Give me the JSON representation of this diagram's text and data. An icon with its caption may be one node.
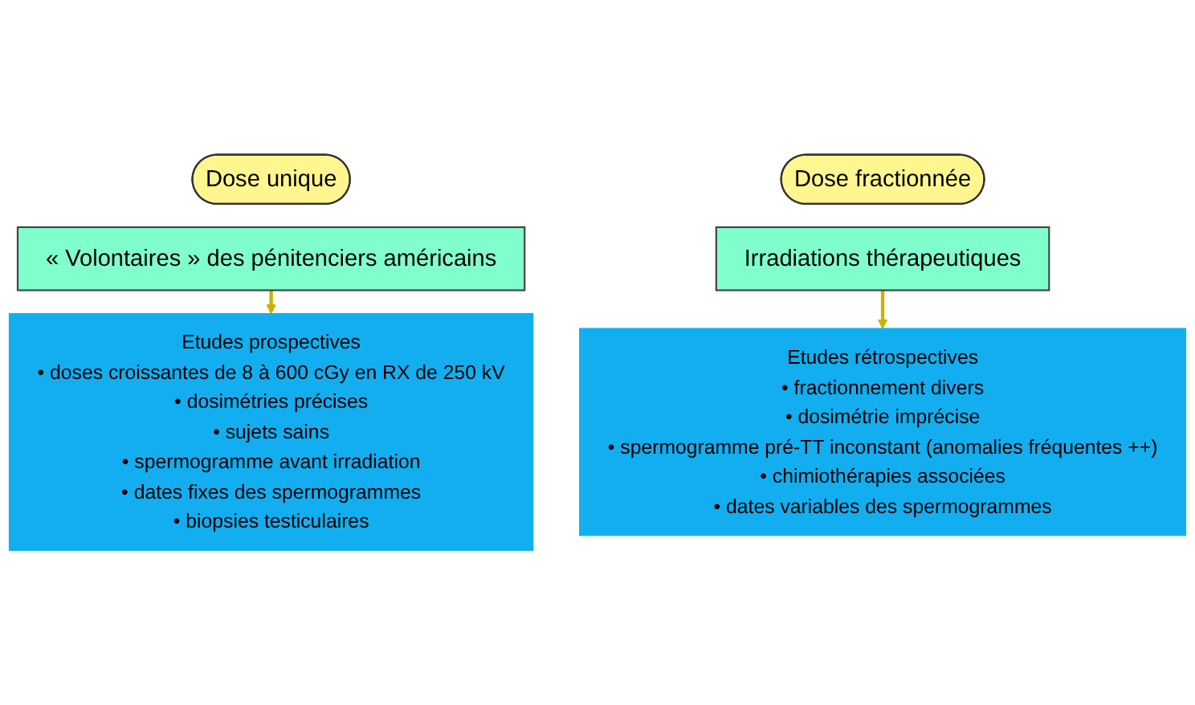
{
  "diagram": {
    "nodes": [
      {
        "text": [
          "Dose unique"
        ]
      },
      {
        "text": [
          "Dose fractionnée"
        ]
      },
      {
        "text": [
          "« Volontaires » des pénitenciers américains"
        ]
      },
      {
        "text": [
          "Irradiations thérapeutiques"
        ]
      },
      {
        "text": [
          "Etudes prospectives",
          "• doses croissantes de 8 à 600 cGy en RX de 250 kV",
          "• dosimétries précises",
          "• sujets sains",
          "• spermogramme avant irradiation",
          "• dates fixes des spermogrammes",
          "• biopsies testiculaires"
        ]
      },
      {
        "text": [
          "Etudes rétrospectives",
          "• fractionnement divers",
          "• dosimétrie imprécise",
          "• spermogramme pré-TT inconstant (anomalies fréquentes ++)",
          "• chimiothérapies associées",
          "• dates variables des spermogrammes"
        ]
      }
    ],
    "edges": [
      {
        "from": 2,
        "to": 4,
        "arrow": "to"
      },
      {
        "from": 3,
        "to": 5,
        "arrow": "to"
      }
    ]
  }
}
